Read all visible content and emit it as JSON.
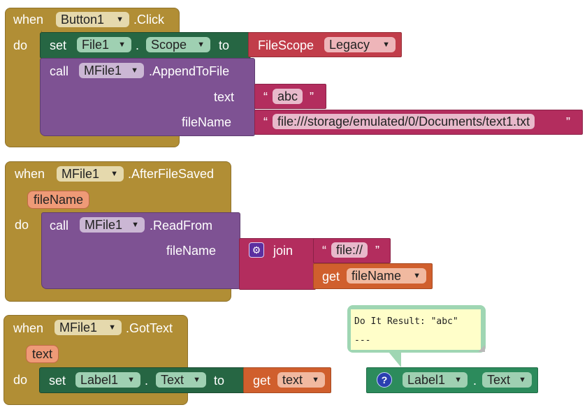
{
  "colors": {
    "event": "#b18e35",
    "method_call": "#7e5293",
    "setter": "#266643",
    "file_scope": "#c13d4a",
    "text": "#b32d5e",
    "variable": "#d05f2d",
    "getter": "#2c8b5c"
  },
  "block1": {
    "when": "when",
    "component": "Button1",
    "event": ".Click",
    "do": "do",
    "set": {
      "keyword": "set",
      "component": "File1",
      "dot": ".",
      "property": "Scope",
      "to": "to",
      "value_label": "FileScope",
      "value_option": "Legacy"
    },
    "call": {
      "keyword": "call",
      "component": "MFile1",
      "method": ".AppendToFile",
      "arg1_label": "text",
      "arg1_open_quote": "“",
      "arg1_value": "abc",
      "arg1_close_quote": "”",
      "arg2_label": "fileName",
      "arg2_open_quote": "“",
      "arg2_value": "file:///storage/emulated/0/Documents/text1.txt",
      "arg2_close_quote": "”"
    }
  },
  "block2": {
    "when": "when",
    "component": "MFile1",
    "event": ".AfterFileSaved",
    "param": "fileName",
    "do": "do",
    "call": {
      "keyword": "call",
      "component": "MFile1",
      "method": ".ReadFrom",
      "arg_label": "fileName",
      "join_label": "join",
      "join_icon": "gear-icon",
      "literal_open_quote": "“",
      "literal": "file://",
      "literal_close_quote": "”",
      "get_keyword": "get",
      "get_var": "fileName"
    }
  },
  "block3": {
    "when": "when",
    "component": "MFile1",
    "event": ".GotText",
    "param": "text",
    "do": "do",
    "set": {
      "keyword": "set",
      "component": "Label1",
      "dot": ".",
      "property": "Text",
      "to": "to",
      "get_keyword": "get",
      "get_var": "text"
    }
  },
  "getter": {
    "help_icon": "help-icon",
    "help_symbol": "?",
    "component": "Label1",
    "dot": ".",
    "property": "Text"
  },
  "bubble": {
    "line1": "Do It Result: \"abc\"",
    "line2": "---"
  }
}
